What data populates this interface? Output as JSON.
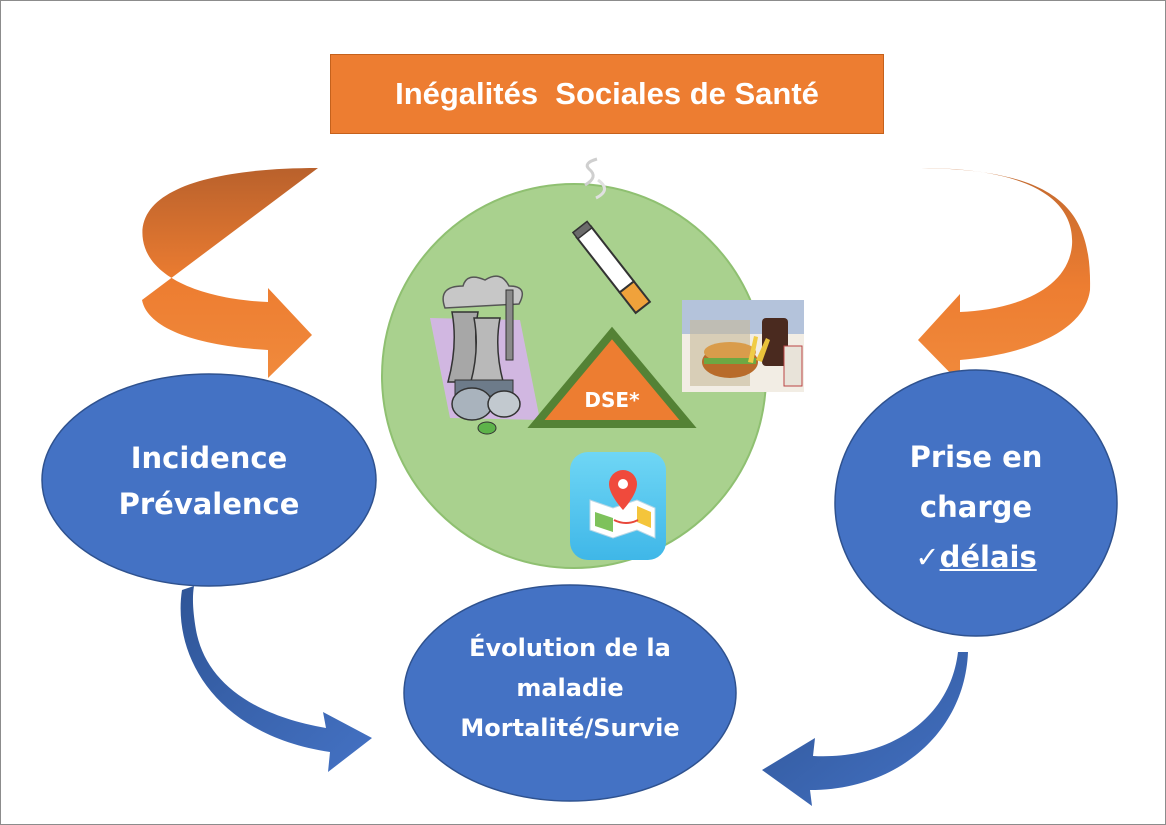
{
  "title": "Inégalités  Sociales de Santé",
  "center": {
    "label": "DSE*"
  },
  "left_node": {
    "line1": "Incidence",
    "line2": "Prévalence"
  },
  "right_node": {
    "line1": "Prise en",
    "line2": "charge",
    "check": "✓",
    "line3": "délais"
  },
  "bottom_node": {
    "line1": "Évolution de la",
    "line2": "maladie",
    "line3": "Mortalité/Survie"
  },
  "colors": {
    "orange": "#ed7d31",
    "blue": "#4472c4",
    "green": "#a9d18e",
    "triangle_border": "#548235",
    "white": "#ffffff"
  },
  "icons": [
    "factory-icon",
    "cigarette-icon",
    "fast-food-icon",
    "map-pin-icon"
  ]
}
